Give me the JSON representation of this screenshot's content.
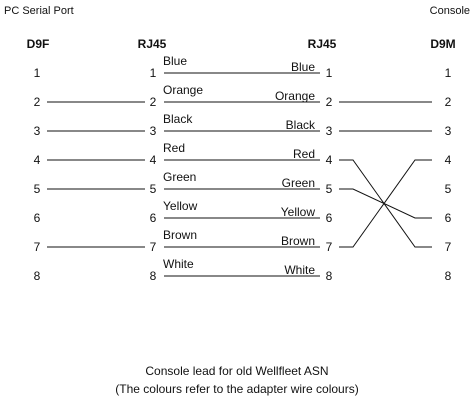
{
  "labels": {
    "left_title": "PC Serial Port",
    "right_title": "Console",
    "col_d9f": "D9F",
    "col_rj45_left": "RJ45",
    "col_rj45_right": "RJ45",
    "col_d9m": "D9M"
  },
  "pins": [
    "1",
    "2",
    "3",
    "4",
    "5",
    "6",
    "7",
    "8"
  ],
  "wire_colours": [
    "Blue",
    "Orange",
    "Black",
    "Red",
    "Green",
    "Yellow",
    "Brown",
    "White"
  ],
  "d9f_to_rj45_connected": [
    2,
    3,
    4,
    5,
    7
  ],
  "rj45_to_d9m_straight": [
    2,
    3
  ],
  "crossovers": [
    {
      "from": 4,
      "to": 7
    },
    {
      "from": 5,
      "to": 6
    },
    {
      "from": 7,
      "to": 4
    }
  ],
  "caption": {
    "line1": "Console lead for old Wellfleet ASN",
    "line2": "(The colours refer to the adapter wire colours)"
  }
}
